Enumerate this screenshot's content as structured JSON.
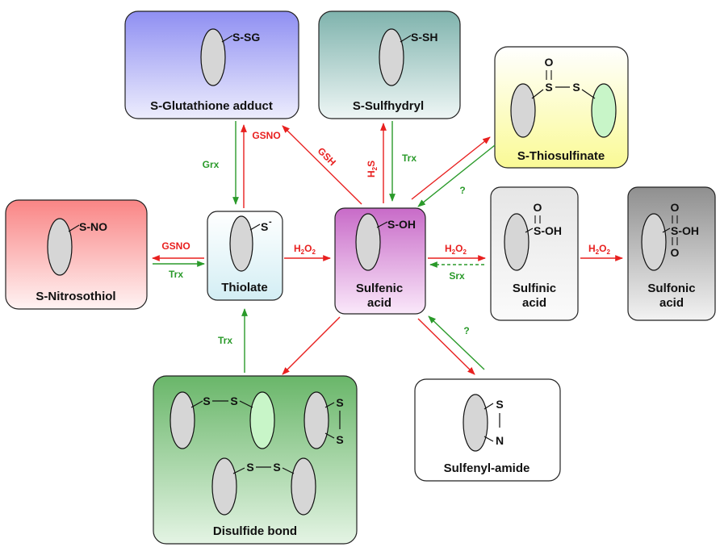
{
  "boxes": {
    "glutathione": {
      "label": "S-Glutathione adduct",
      "group": "S-SG"
    },
    "sulfhydryl": {
      "label": "S-Sulfhydryl",
      "group": "S-SH"
    },
    "thiosulfinate": {
      "label": "S-Thiosulfinate",
      "o": "O",
      "s1": "S",
      "s2": "S"
    },
    "nitrosothiol": {
      "label": "S-Nitrosothiol",
      "group": "S-NO"
    },
    "thiolate": {
      "label": "Thiolate",
      "group": "S",
      "charge": "-"
    },
    "sulfenic": {
      "label1": "Sulfenic",
      "label2": "acid",
      "group": "S-OH"
    },
    "sulfinic": {
      "label1": "Sulfinic",
      "label2": "acid",
      "o": "O",
      "group": "S-OH"
    },
    "sulfonic": {
      "label1": "Sulfonic",
      "label2": "acid",
      "o_top": "O",
      "group": "S-OH",
      "o_bottom": "O"
    },
    "disulfide": {
      "label": "Disulfide bond",
      "s": "S"
    },
    "sulfenylamide": {
      "label": "Sulfenyl-amide",
      "s": "S",
      "n": "N"
    }
  },
  "arrows": {
    "grx": "Grx",
    "gsno_up": "GSNO",
    "gsh": "GSH",
    "h2s_h": "H",
    "h2s_sub": "2",
    "h2s_s": "S",
    "trx_sulfhydryl": "Trx",
    "q_thiosulfinate": "?",
    "gsno_left": "GSNO",
    "trx_left": "Trx",
    "h2o2_h": "H",
    "h2o2_sub": "2",
    "h2o2_o": "O",
    "srx": "Srx",
    "trx_disulfide": "Trx",
    "q_sulfenylamide": "?"
  },
  "colors": {
    "red_arrow": "#e8201f",
    "green_arrow": "#2a9a2a"
  }
}
